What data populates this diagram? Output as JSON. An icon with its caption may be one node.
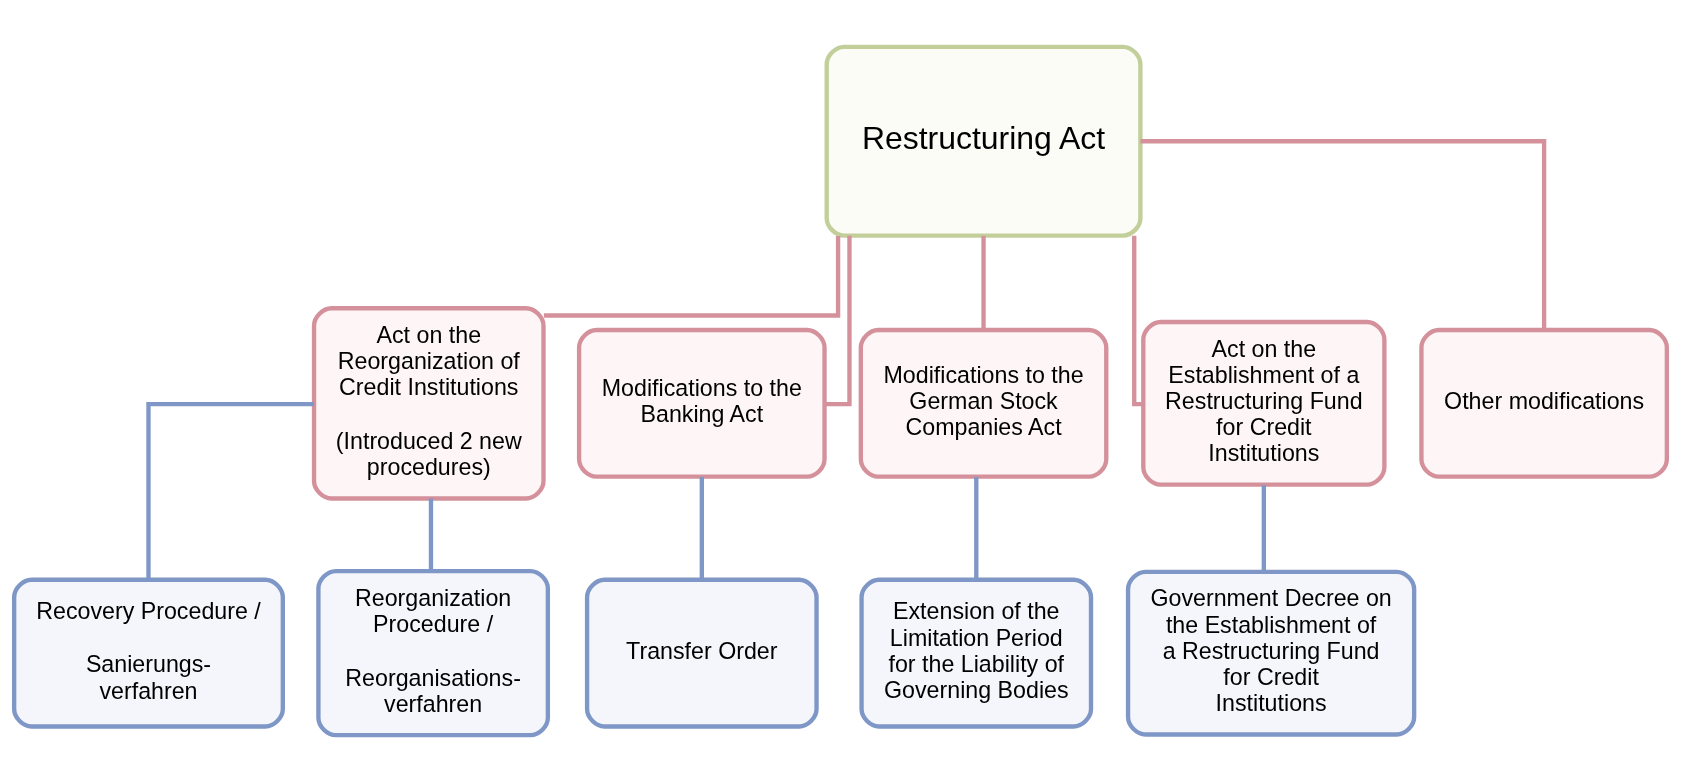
{
  "diagram": {
    "nodes": [
      {
        "text": [
          "Restructuring Act"
        ]
      },
      {
        "text": [
          "Act on the Reorganization of Credit Institutions",
          "(Introduced 2 new procedures)"
        ]
      },
      {
        "text": [
          "Modifications to the Banking Act"
        ]
      },
      {
        "text": [
          "Modifications to the German Stock Companies Act"
        ]
      },
      {
        "text": [
          "Act on the Establishment of a Restructuring Fund for Credit Institutions"
        ]
      },
      {
        "text": [
          "Other modifications"
        ]
      },
      {
        "text": [
          "Recovery Procedure /",
          "Sanierungs- verfahren"
        ]
      },
      {
        "text": [
          "Reorganization Procedure /",
          "Reorganisations- verfahren"
        ]
      },
      {
        "text": [
          "Transfer Order"
        ]
      },
      {
        "text": [
          "Extension of the Limitation Period for the Liability of Governing Bodies"
        ]
      },
      {
        "text": [
          "Government Decree on the Establishment of a Restructuring Fund for Credit Institutions"
        ]
      }
    ],
    "edges": [
      {
        "from": 0,
        "to": 1,
        "arrow": "none",
        "color": "#d4919b"
      },
      {
        "from": 0,
        "to": 2,
        "arrow": "none",
        "color": "#d4919b"
      },
      {
        "from": 0,
        "to": 3,
        "arrow": "none",
        "color": "#d4919b"
      },
      {
        "from": 0,
        "to": 4,
        "arrow": "none",
        "color": "#d4919b"
      },
      {
        "from": 0,
        "to": 5,
        "arrow": "none",
        "color": "#d4919b"
      },
      {
        "from": 1,
        "to": 6,
        "arrow": "none",
        "color": "#7f97c6"
      },
      {
        "from": 1,
        "to": 7,
        "arrow": "none",
        "color": "#7f97c6"
      },
      {
        "from": 2,
        "to": 8,
        "arrow": "none",
        "color": "#7f97c6"
      },
      {
        "from": 3,
        "to": 9,
        "arrow": "none",
        "color": "#7f97c6"
      },
      {
        "from": 4,
        "to": 10,
        "arrow": "none",
        "color": "#7f97c6"
      }
    ]
  }
}
